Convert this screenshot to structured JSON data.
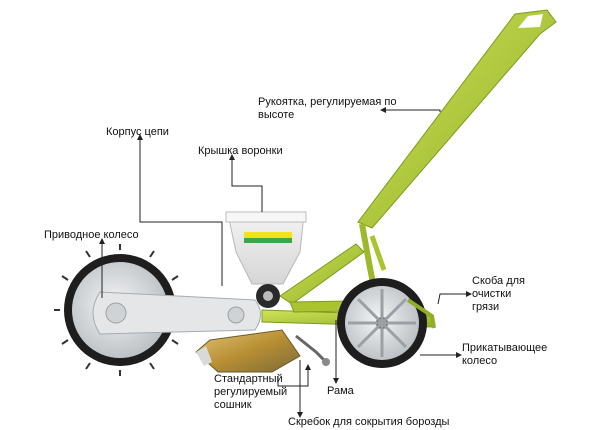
{
  "labels": {
    "handle": "Рукоятка, регулируемая по\nвысоте",
    "chain_housing": "Корпус цепи",
    "hopper_lid": "Крышка воронки",
    "drive_wheel": "Приводное колесо",
    "scraper_bracket": "Скоба для\nочистки\nгрязи",
    "press_wheel": "Прикатывающее\nколесо",
    "frame": "Рама",
    "opener": "Стандартный\nрегулируемый\nсошник",
    "furrow_scraper": "Скребок для сокрытия борозды"
  },
  "colors": {
    "frame_green": "#b5cf3a",
    "frame_dark": "#7f9a1e",
    "wheel_black": "#1e1e1e",
    "wheel_gray": "#cfd3d6",
    "hopper_stripe_yellow": "#f2e21a",
    "hopper_stripe_green": "#3da64a",
    "opener_gold": "#c7a24a",
    "leader_line": "#222222"
  }
}
